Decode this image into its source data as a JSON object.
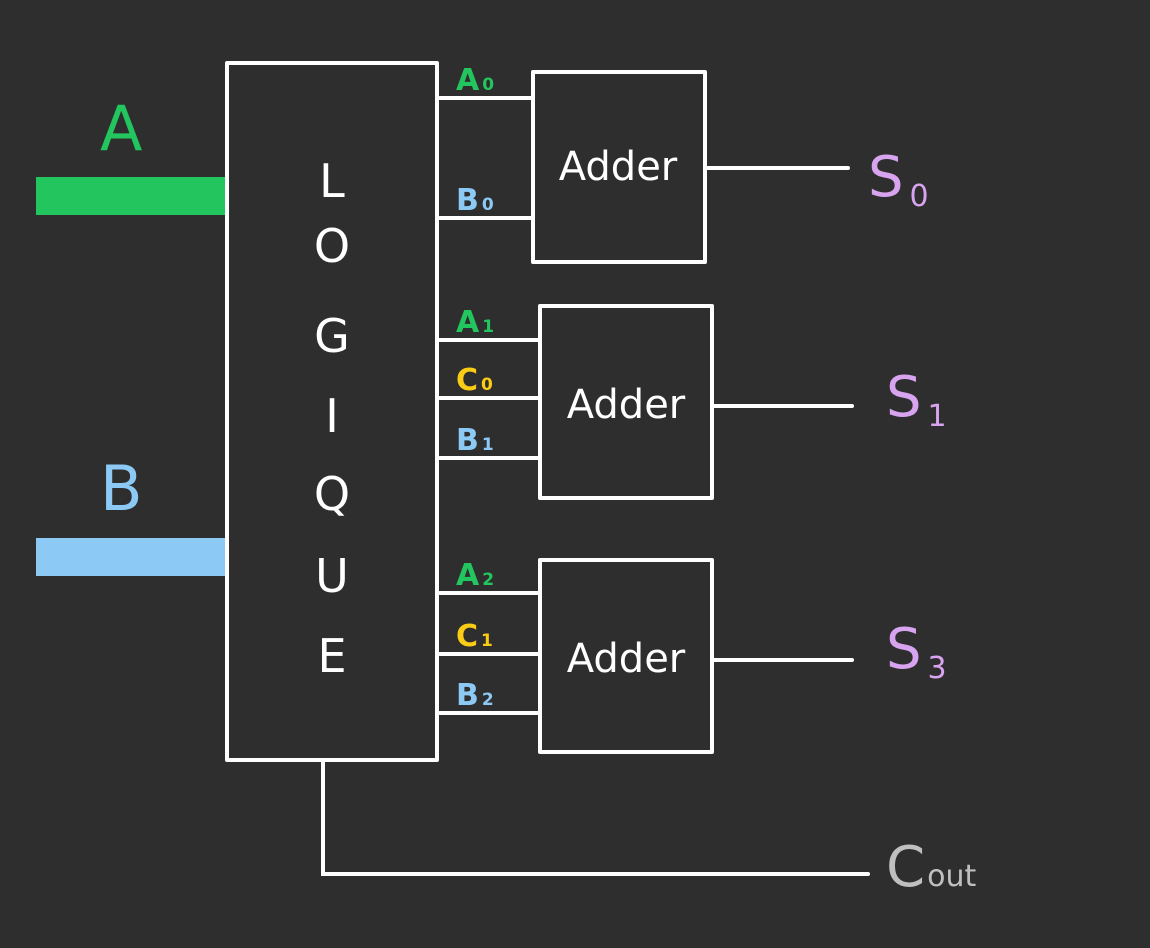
{
  "inputs": {
    "a": {
      "label": "A",
      "color": "#22c55e"
    },
    "b": {
      "label": "B",
      "color": "#8ccaf5"
    }
  },
  "logic_block": {
    "letters": [
      "L",
      "O",
      "G",
      "I",
      "Q",
      "U",
      "E"
    ]
  },
  "adders": [
    {
      "label": "Adder",
      "inputs": [
        {
          "main": "A",
          "sub": "0",
          "color": "#22c55e"
        },
        {
          "main": "B",
          "sub": "0",
          "color": "#8ccaf5"
        }
      ],
      "output": {
        "main": "S",
        "sub": "0"
      }
    },
    {
      "label": "Adder",
      "inputs": [
        {
          "main": "A",
          "sub": "1",
          "color": "#22c55e"
        },
        {
          "main": "C",
          "sub": "0",
          "color": "#facc15"
        },
        {
          "main": "B",
          "sub": "1",
          "color": "#8ccaf5"
        }
      ],
      "output": {
        "main": "S",
        "sub": "1"
      }
    },
    {
      "label": "Adder",
      "inputs": [
        {
          "main": "A",
          "sub": "2",
          "color": "#22c55e"
        },
        {
          "main": "C",
          "sub": "1",
          "color": "#facc15"
        },
        {
          "main": "B",
          "sub": "2",
          "color": "#8ccaf5"
        }
      ],
      "output": {
        "main": "S",
        "sub": "3"
      }
    }
  ],
  "outputs_color": "#d8a4f0",
  "carry_out": {
    "main": "C",
    "sub": "out",
    "color": "#bfbfbf"
  }
}
